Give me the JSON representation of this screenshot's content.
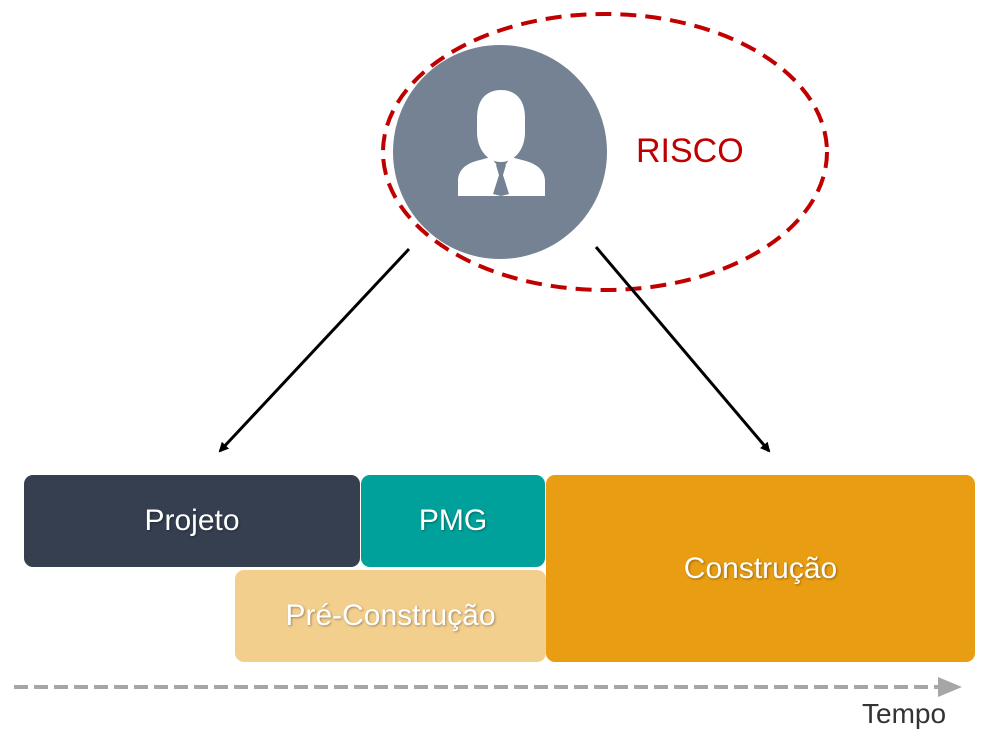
{
  "risk": {
    "label": "RISCO",
    "color": "#c00000"
  },
  "person": {
    "icon": "businessman-icon",
    "circle_color": "#748294"
  },
  "phases": {
    "projeto": {
      "label": "Projeto",
      "color": "#353f4f"
    },
    "pmg": {
      "label": "PMG",
      "color": "#00a19a"
    },
    "pre_construcao": {
      "label": "Pré-Construção",
      "color": "#f3cf8d"
    },
    "construcao": {
      "label": "Construção",
      "color": "#e89d12"
    }
  },
  "timeline": {
    "label": "Tempo",
    "color": "#a6a6a6"
  }
}
